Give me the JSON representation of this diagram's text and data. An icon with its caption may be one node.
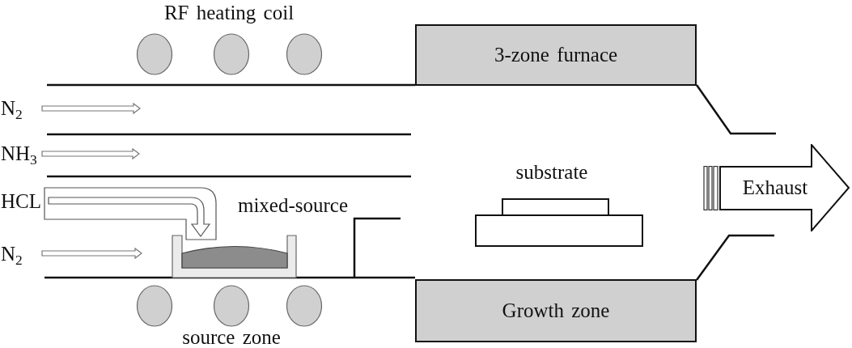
{
  "diagram": {
    "nodes": [
      {
        "text": [
          "3-zone furnace"
        ]
      },
      {
        "text": [
          "Growth zone"
        ]
      },
      {
        "text": [
          "Exhaust"
        ]
      }
    ],
    "labels": [
      "RF heating coil",
      "N$_{2}$",
      "NH$_{3}$",
      "substrate",
      "HCL",
      "mixed-source",
      "N$_{2}$",
      "source zone"
    ]
  }
}
